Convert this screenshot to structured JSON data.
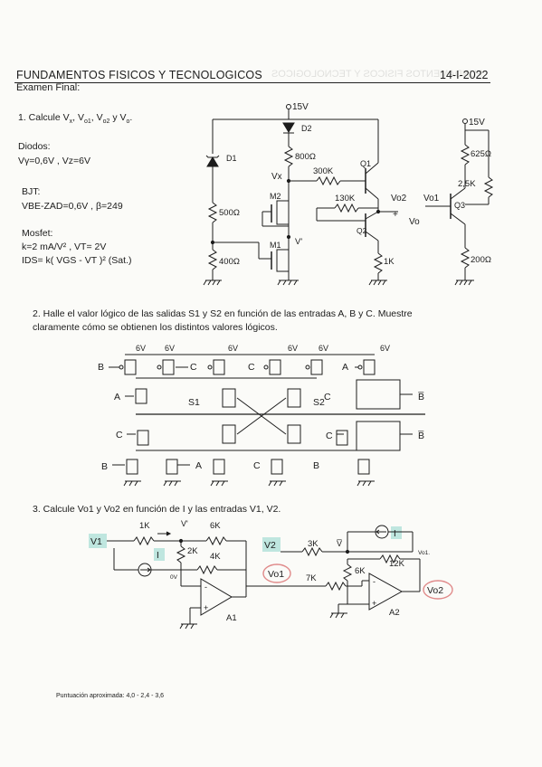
{
  "header": {
    "title": "FUNDAMENTOS FISICOS Y TECNOLOGICOS",
    "date": "14-I-2022",
    "subtitle": "Examen Final:"
  },
  "q1": {
    "prompt": "1. Calcule V",
    "prompt_tail": " y V",
    "diodes_title": "Diodos:",
    "diodes_params": "Vγ=0,6V , Vz=6V",
    "bjt_title": "BJT:",
    "bjt_params": "VBE-ZAD=0,6V , β=249",
    "mosfet_title": "Mosfet:",
    "mosfet_params1": "k=2 mA/V² , VT= 2V",
    "mosfet_params2": "IDS= k( VGS - VT )² (Sat.)",
    "circuit": {
      "supply": "15V",
      "d1": "D1",
      "d2": "D2",
      "r800": "800Ω",
      "r300k": "300K",
      "r130k": "130K",
      "r500": "500Ω",
      "r400": "400Ω",
      "r1k": "1K",
      "r625": "625Ω",
      "r2k5": "2,5K",
      "r200": "200Ω",
      "vx": "Vx",
      "m2": "M2",
      "m1": "M1",
      "vprime": "V'",
      "q1": "Q1",
      "q2": "Q2",
      "q3": "Q3",
      "vo2": "Vo2",
      "vo1": "Vo1",
      "vo": "Vo",
      "plus": "+",
      "minus": "-"
    }
  },
  "q2": {
    "prompt1": "2. Halle el valor lógico de las salidas  S1  y S2  en función de las entradas A, B y C. Muestre",
    "prompt2": "claramente cómo se obtienen los distintos valores lógicos.",
    "circuit": {
      "v6": "6V",
      "a": "A",
      "b": "B",
      "c": "C",
      "s1": "S1",
      "s2": "S2",
      "bbar": "B̅"
    }
  },
  "q3": {
    "prompt": "3. Calcule Vo1 y Vo2 en función de I y las entradas V1, V2.",
    "circuit": {
      "v1": "V1",
      "v2": "V2",
      "i": "I",
      "r1k": "1K",
      "r6k": "6K",
      "r2k": "2K",
      "r4k": "4K",
      "r3k": "3K",
      "r12k": "12K",
      "r7k": "7K",
      "r6k_b": "6K",
      "vprime": "V'",
      "vbar": "V̅",
      "vo1": "Vo1",
      "vo2": "Vo2",
      "a1": "A1",
      "a2": "A2",
      "ov": "0V",
      "vo1_small": "Vo1."
    }
  },
  "footer": {
    "score": "Puntuación aproximada: 4,0 - 2,4 - 3,6"
  }
}
